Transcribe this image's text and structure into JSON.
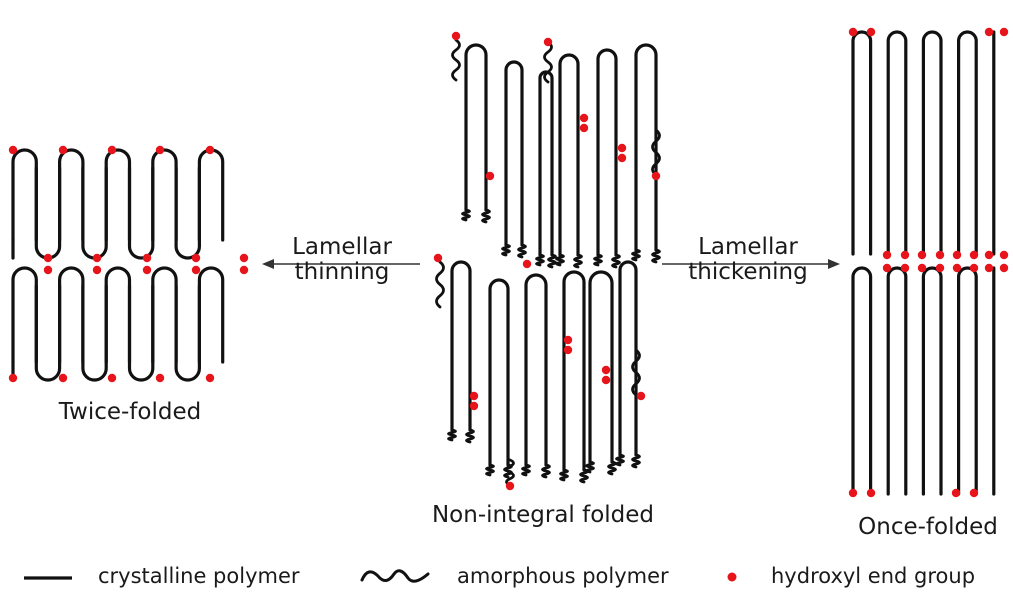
{
  "labels": {
    "left_arrow": [
      "Lamellar",
      "thinning"
    ],
    "right_arrow": [
      "Lamellar",
      "thickening"
    ],
    "twice": "Twice-folded",
    "nonintegral": "Non-integral folded",
    "once": "Once-folded"
  },
  "legend": {
    "crystalline": "crystalline polymer",
    "amorphous": "amorphous polymer",
    "hydroxyl": "hydroxyl end group"
  },
  "colors": {
    "line": "#111111",
    "end_group": "#e8141c",
    "arrow": "#333333"
  }
}
